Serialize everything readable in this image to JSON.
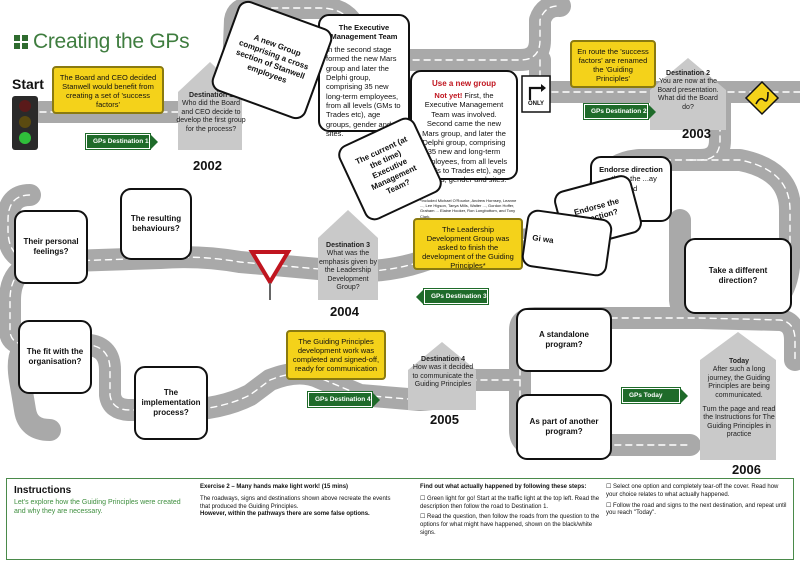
{
  "header": {
    "title": "Creating the GPs",
    "start_label": "Start"
  },
  "years": [
    "2002",
    "2003",
    "2004",
    "2005",
    "2006"
  ],
  "yellow_boxes": {
    "board": "The Board and CEO decided Stanwell would benefit from creating a set of 'success factors'",
    "enroute": "En route the 'success factors' are renamed the 'Guiding Principles'",
    "ldg": "The Leadership Development Group was asked to finish the development of the Guiding Principles*",
    "completed": "The Guiding Principles development work was completed and signed-off, ready for communication"
  },
  "green_signs": {
    "d1": "GPs Destination 1",
    "d2": "GPs Destination 2",
    "d3": "GPs Destination 3",
    "d4": "GPs Destination 4",
    "today": "GPs Today"
  },
  "houses": {
    "d1": {
      "title": "Destination 1",
      "text": "Who did the Board and CEO decide to develop the first group for the process?"
    },
    "d2": {
      "title": "Destination 2",
      "text": "You are now at the Board presentation. What did the Board do?"
    },
    "d3": {
      "title": "Destination 3",
      "text": "What was the emphasis given by the Leadership Development Group?"
    },
    "d4": {
      "title": "Destination 4",
      "text": "How was it decided to communicate the Guiding Principles"
    },
    "today": {
      "title": "Today",
      "text": "After such a long journey, the Guiding Principles are being communicated.",
      "text2": "Turn the page and read the Instructions for The Guiding Principles in practice"
    }
  },
  "cards": {
    "new_group": "A new Group comprising a cross section of Stanwell employees",
    "exec_team": "The Executive Management Team",
    "exec_text": "In the second stage formed the new Mars group and later the Delphi group, comprising 35 new long-term employees, from all levels (GMs to Trades etc), age groups, gender and sites.",
    "use_new_title": "Use a new group",
    "use_new_notyet": "Not yet!",
    "use_new_text": " First, the Executive Management Team was involved. Second came the new Mars group, and later the Delphi group, comprising 35 new and long-term employees, from all levels (GMs to Trades etc), age groups, gender and sites.",
    "current_exec": "The current (at the time) Executive Management Team?",
    "endorse_dir_partial": "Endorse direction",
    "endorse_dir_text": "...the ...the ...ay and",
    "endorse": "Endorse the direction?",
    "resulting": "The resulting behaviours?",
    "personal": "Their personal feelings?",
    "fit": "The fit with the organisation?",
    "implementation": "The implementation process?",
    "different": "Take a different direction?",
    "standalone": "A standalone program?",
    "part_of": "As part of another program?",
    "give_way_partial": "Gi wa",
    "names": "*Included Michael O'Rourke, Andrew Hornsey, Leanne ..., Lee Higson, Tanya Mills, Walter ..., Gordon Hoffer, Graham ... Elaine Hooker, Ron Longbottom, and Tony Clark."
  },
  "road_signs": {
    "only": "ONLY"
  },
  "instructions": {
    "title": "Instructions",
    "subtitle": "Let's explore how the Guiding Principles were created and why they are necessary.",
    "exercise_title": "Exercise 2 – Many hands make light work! (15 mins)",
    "exercise_text": "The roadways, signs and destinations shown above recreate the events that produced the Guiding Principles.",
    "exercise_bold": "However, within the pathways there are some false options.",
    "findout": "Find out what actually happened by following these steps:",
    "step1": "Green light for go! Start at the traffic light at the top left. Read the description then follow the road to Destination 1.",
    "step2": "Read the question, then follow the roads from the question to the options for what might have happened, shown on the black/white signs.",
    "step3": "Select one option and completely tear-off the cover. Read how your choice relates to what actually happened.",
    "step4": "Follow the road and signs to the next destination, and repeat until you reach \"Today\"."
  },
  "colors": {
    "accent_green": "#3f7d3f",
    "sign_green": "#1f6b2a",
    "yellow": "#f4d21a",
    "road": "#b8b8b8"
  }
}
